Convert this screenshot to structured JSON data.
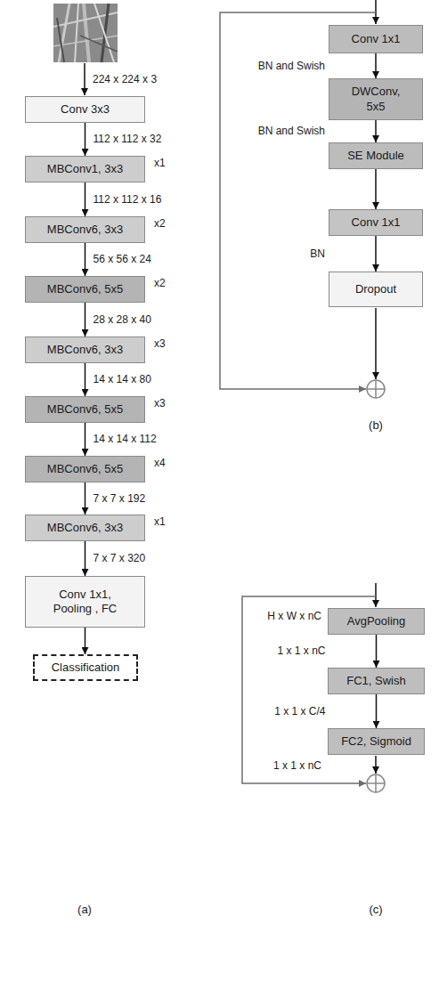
{
  "diagram": {
    "nodes": [
      {
        "text": [
          "Conv 3x3"
        ]
      },
      {
        "text": [
          "MBConv1, 3x3"
        ]
      },
      {
        "text": [
          "MBConv6, 3x3"
        ]
      },
      {
        "text": [
          "MBConv6, 5x5"
        ]
      },
      {
        "text": [
          "MBConv6, 3x3"
        ]
      },
      {
        "text": [
          "MBConv6, 5x5"
        ]
      },
      {
        "text": [
          "MBConv6, 5x5"
        ]
      },
      {
        "text": [
          "MBConv6, 3x3"
        ]
      },
      {
        "text": [
          "Conv 1x1, Pooling , FC"
        ]
      },
      {
        "text": [
          "Classification"
        ]
      },
      {
        "text": [
          "Conv 1x1"
        ]
      },
      {
        "text": [
          "DWConv, 5x5"
        ]
      },
      {
        "text": [
          "SE Module"
        ]
      },
      {
        "text": [
          "Conv 1x1"
        ]
      },
      {
        "text": [
          "Dropout"
        ]
      },
      {
        "text": [
          "AvgPooling"
        ]
      },
      {
        "text": [
          "FC1, Swish"
        ]
      },
      {
        "text": [
          "FC2, Sigmoid"
        ]
      }
    ],
    "edges": [
      {
        "from": 0,
        "to": 1,
        "arrow": "to",
        "label": "112 x 112 x 32"
      },
      {
        "from": 1,
        "to": 2,
        "arrow": "to",
        "label": "112 x 112 x 16"
      },
      {
        "from": 2,
        "to": 3,
        "arrow": "to",
        "label": "56 x 56 x 24"
      },
      {
        "from": 3,
        "to": 4,
        "arrow": "to",
        "label": "28 x 28 x 40"
      },
      {
        "from": 4,
        "to": 5,
        "arrow": "to",
        "label": "14 x 14 x 80"
      },
      {
        "from": 5,
        "to": 6,
        "arrow": "to",
        "label": "14 x 14 x 112"
      },
      {
        "from": 6,
        "to": 7,
        "arrow": "to",
        "label": "7 x 7 x 192"
      },
      {
        "from": 7,
        "to": 8,
        "arrow": "to",
        "label": "7 x 7 x 320"
      },
      {
        "from": 8,
        "to": 9,
        "arrow": "to"
      },
      {
        "from": 10,
        "to": 11,
        "arrow": "to",
        "label": "BN and Swish"
      },
      {
        "from": 11,
        "to": 12,
        "arrow": "to",
        "label": "BN and Swish"
      },
      {
        "from": 12,
        "to": 13,
        "arrow": "to"
      },
      {
        "from": 13,
        "to": 14,
        "arrow": "to",
        "label": "BN"
      },
      {
        "from": 15,
        "to": 16,
        "arrow": "to",
        "label": "1 x 1 x nC"
      },
      {
        "from": 16,
        "to": 17,
        "arrow": "to",
        "label": "1 x 1 x C/4"
      }
    ],
    "labels": [
      "224 x 224 x 3",
      "x1",
      "x2",
      "x2",
      "x3",
      "x3",
      "x4",
      "x1",
      "(a)",
      "H x W x nC",
      "1 x 1 x nC",
      "(b)",
      "(c)"
    ]
  }
}
